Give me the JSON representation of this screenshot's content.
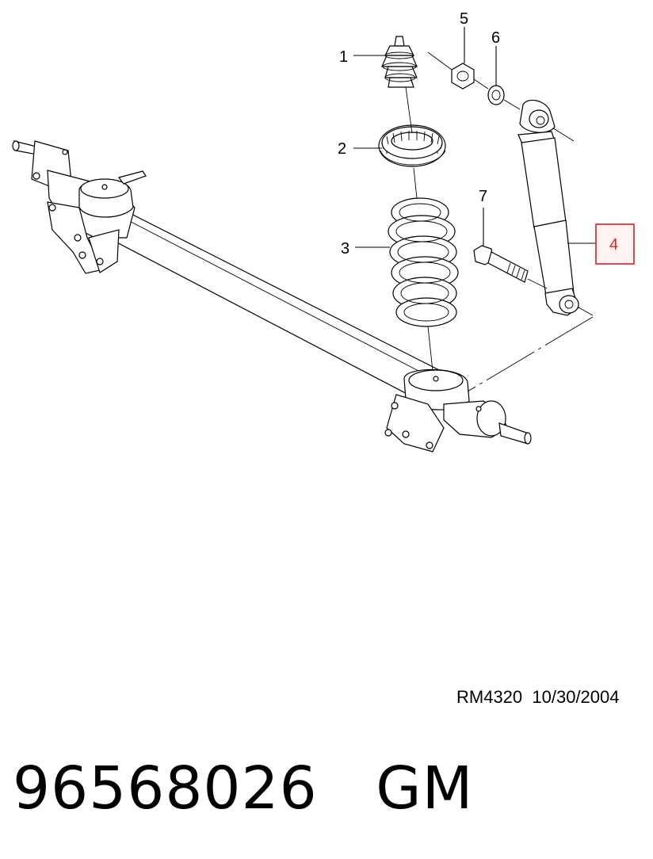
{
  "callouts": {
    "c1": "1",
    "c2": "2",
    "c3": "3",
    "c4": "4",
    "c5": "5",
    "c6": "6",
    "c7": "7"
  },
  "highlight_color": "#d22020",
  "reference": {
    "code": "RM4320",
    "date": "10/30/2004"
  },
  "footer": {
    "part_number": "96568026",
    "brand": "GM"
  }
}
